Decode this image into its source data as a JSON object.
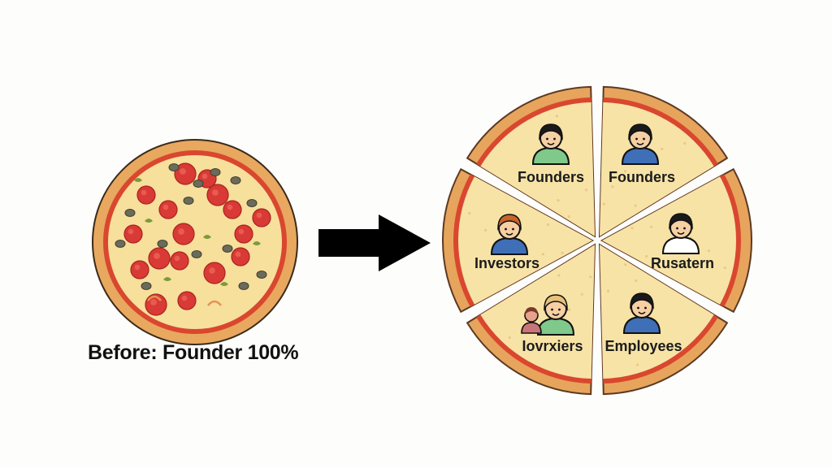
{
  "before": {
    "caption": "Before: Founder 100%",
    "colors": {
      "crust": "#e7a45c",
      "sauce": "#d9472f",
      "cheese": "#f7df9c",
      "pepperoni": "#d93a36",
      "olive": "#6b6b5a"
    }
  },
  "arrow": {
    "icon": "right-arrow-icon",
    "color": "#000000"
  },
  "after": {
    "slices": [
      {
        "label": "Founders",
        "person": "founder-person-icon",
        "shirt": "#7fc98a",
        "hair": "#1a1a1a"
      },
      {
        "label": "Founders",
        "person": "founder-person-icon",
        "shirt": "#3f6fb6",
        "hair": "#1a1a1a"
      },
      {
        "label": "Rusatern",
        "person": "person-icon",
        "shirt": "#ffffff",
        "hair": "#1a1a1a"
      },
      {
        "label": "Employees",
        "person": "employee-person-icon",
        "shirt": "#3f6fb6",
        "hair": "#1a1a1a"
      },
      {
        "label": "Iovrxiers",
        "person": "person-group-icon",
        "shirt": "#7fc98a",
        "hair": "#e8c07a"
      },
      {
        "label": "Investors",
        "person": "investor-person-icon",
        "shirt": "#3f6fb6",
        "hair": "#c8632c"
      }
    ],
    "colors": {
      "crust": "#e7a45c",
      "sauce": "#d9472f",
      "cheese": "#f7e3a6",
      "divider": "#ffffff"
    }
  }
}
